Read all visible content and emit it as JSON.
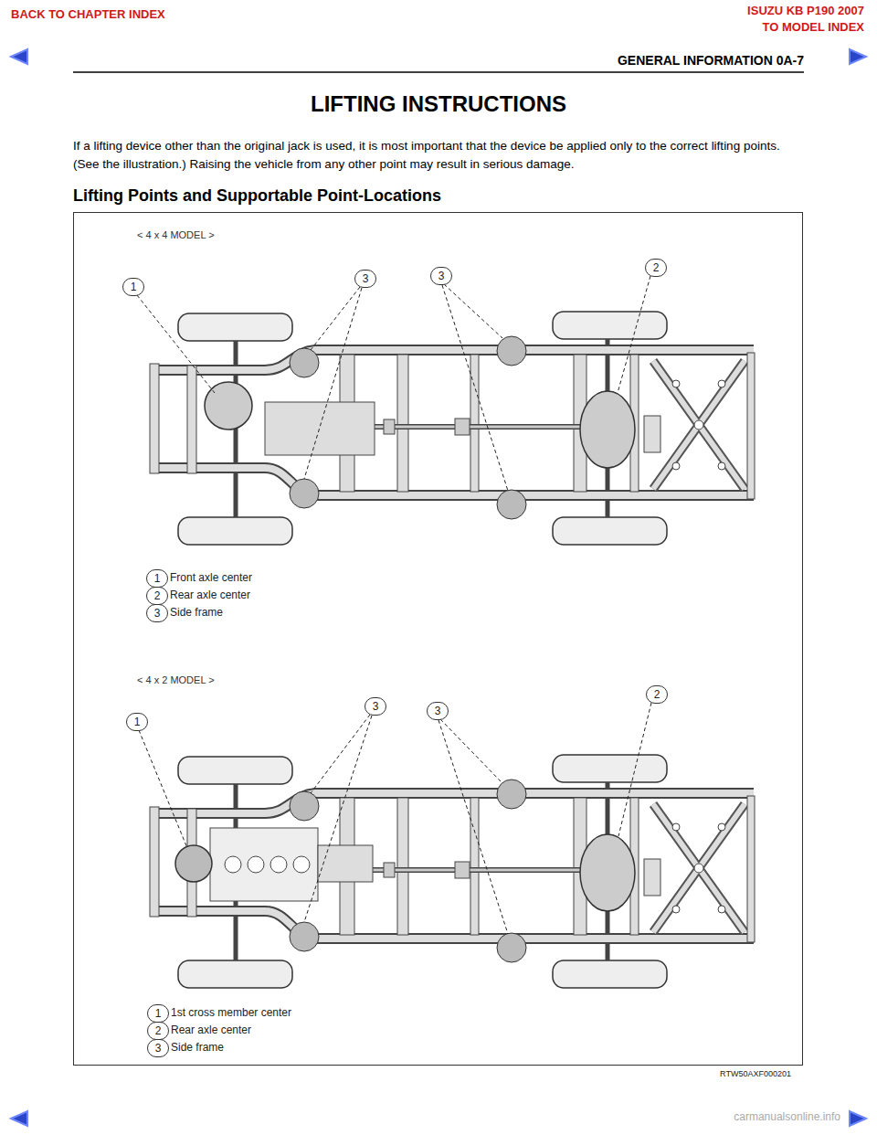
{
  "diagram": {
    "title": "LIFTING INSTRUCTIONS",
    "nodes": [
      {
        "text": [
          "1"
        ]
      },
      {
        "text": [
          "3"
        ]
      },
      {
        "text": [
          "3"
        ]
      },
      {
        "text": [
          "2"
        ]
      },
      {
        "text": [
          "1"
        ]
      },
      {
        "text": [
          "2"
        ]
      },
      {
        "text": [
          "3"
        ]
      },
      {
        "text": [
          "1"
        ]
      },
      {
        "text": [
          "3"
        ]
      },
      {
        "text": [
          "3"
        ]
      },
      {
        "text": [
          "2"
        ]
      },
      {
        "text": [
          "1"
        ]
      },
      {
        "text": [
          "2"
        ]
      },
      {
        "text": [
          "3"
        ]
      }
    ],
    "labels": [
      "BACK TO CHAPTER INDEX",
      "ISUZU KB P190 2007",
      "TO MODEL INDEX",
      "GENERAL INFORMATION 0A-7",
      "If a lifting device other than the original jack is used, it is most important that the device be applied only to the correct lifting points. (See the illustration.) Raising the vehicle from any other point may result in serious damage.",
      "Lifting Points and Supportable Point-Locations",
      "< 4 x 4 MODEL >",
      "Front axle center",
      "Rear axle center",
      "Side frame",
      "< 4 x 2 MODEL >",
      "1st cross member center",
      "Rear axle center",
      "Side frame",
      "RTW50AXF000201",
      "carmanualsonline.info"
    ]
  }
}
